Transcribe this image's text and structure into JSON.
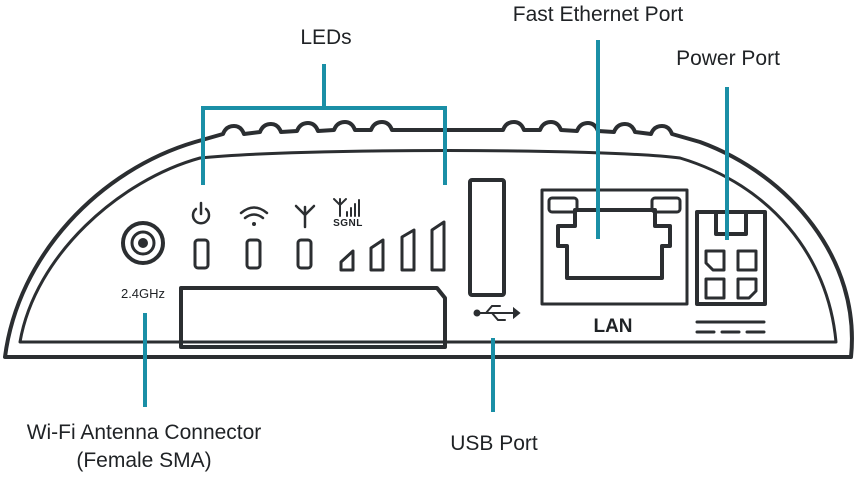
{
  "callouts": {
    "leds": "LEDs",
    "fast_ethernet_port": "Fast Ethernet Port",
    "power_port": "Power Port",
    "wifi_antenna_line1": "Wi-Fi Antenna Connector",
    "wifi_antenna_line2": "(Female SMA)",
    "usb_port": "USB Port"
  },
  "device_labels": {
    "frequency": "2.4GHz",
    "signal_label": "SGNL",
    "lan": "LAN"
  },
  "colors": {
    "device_stroke": "#2b2e31",
    "callout_line": "#1a8fa6",
    "background": "#ffffff"
  },
  "icons": [
    "power-icon",
    "wifi-icon",
    "antenna-icon",
    "signal-icon",
    "usb-icon",
    "dc-power-icon"
  ]
}
